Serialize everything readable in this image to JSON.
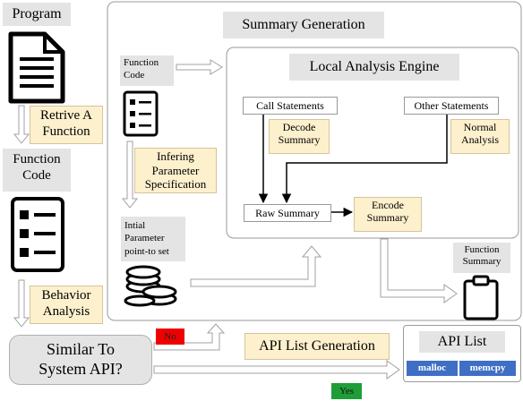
{
  "left": {
    "program_label": "Program",
    "retrive_label": "Retrive A\nFunction",
    "function_code_label": "Function\nCode",
    "behavior_label": "Behavior\nAnalysis"
  },
  "panel": {
    "title": "Summary Generation",
    "function_code": "Function\nCode",
    "infering": "Infering\nParameter\nSpecification",
    "initial": "Intial\nParameter\npoint-to set",
    "engine_title": "Local Analysis Engine",
    "call_statements": "Call Statements",
    "other_statements": "Other Statements",
    "decode_summary": "Decode\nSummary",
    "normal_analysis": "Normal\nAnalysis",
    "raw_summary": "Raw Summary",
    "encode_summary": "Encode\nSummary",
    "function_summary": "Function\nSummary"
  },
  "bottom": {
    "similar_api": "Similar To\nSystem API?",
    "no_label": "No",
    "yes_label": "Yes",
    "api_list_generation": "API List Generation",
    "api_list_title": "API List",
    "api_items": [
      "malloc",
      "memcpy"
    ]
  },
  "colors": {
    "yellow_box": "#fdf0cd",
    "gray_box": "#e4e4e4",
    "no_badge": "#ee0000",
    "yes_badge": "#1f9e37",
    "api_item_bg": "#3f6fc4"
  }
}
